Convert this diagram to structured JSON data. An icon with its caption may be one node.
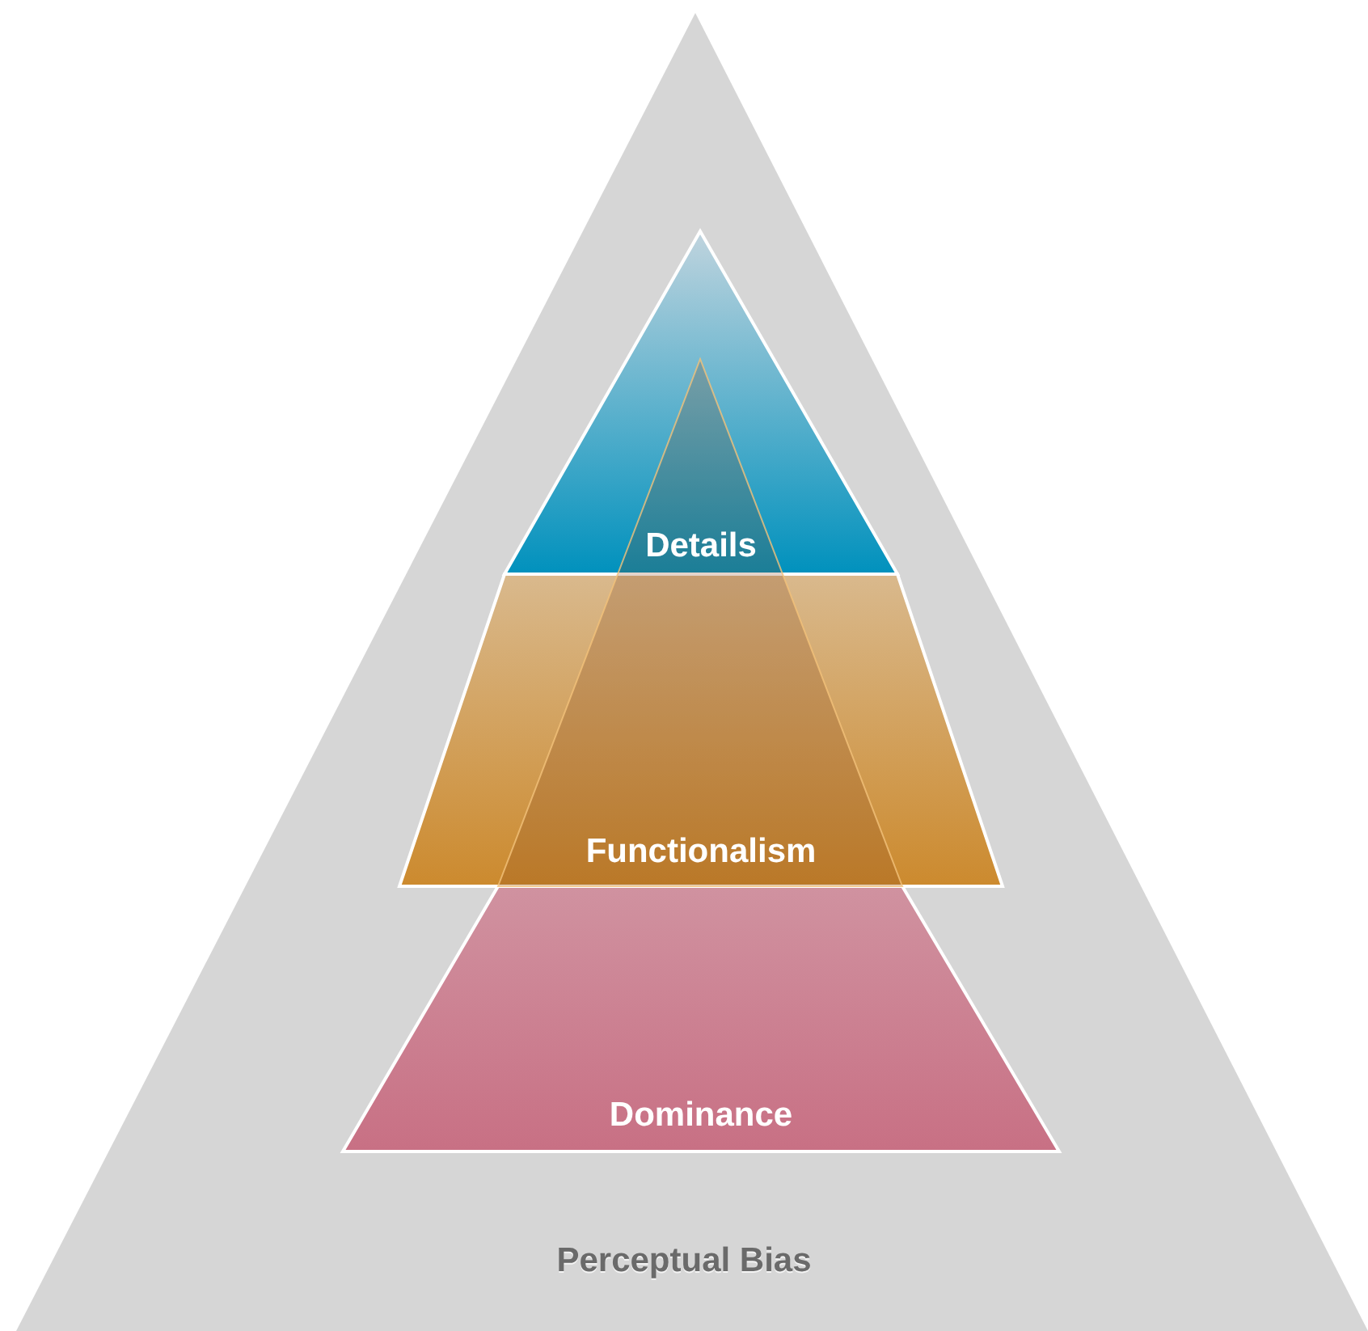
{
  "diagram": {
    "nodes": [
      {
        "text": [
          "Perceptual Bias"
        ]
      },
      {
        "text": [
          "Details"
        ],
        "in": 0
      },
      {
        "text": [
          "Functionalism"
        ],
        "in": 0
      },
      {
        "text": [
          "Dominance"
        ],
        "in": 0
      }
    ]
  }
}
